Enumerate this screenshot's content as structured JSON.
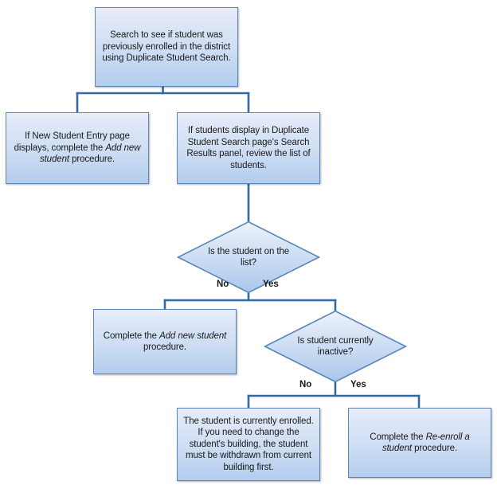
{
  "diagram": {
    "title": "Duplicate Student Search enrollment decision flowchart",
    "type": "flowchart",
    "background_color": "#ffffff",
    "node_fill_top": "#e8eef9",
    "node_fill_bottom": "#b3cdee",
    "node_border_color": "#5b87b8",
    "connector_color": "#35689f",
    "text_color": "#1a1a1a"
  },
  "nodes": {
    "start_search": {
      "shape": "process",
      "text": "Search to see if student was previously enrolled in the district using Duplicate Student Search."
    },
    "new_student_entry": {
      "shape": "process",
      "text_before": "If New Student Entry page displays, complete the ",
      "text_italic": "Add new student",
      "text_after": " procedure."
    },
    "students_display": {
      "shape": "process",
      "text": "If students display in Duplicate Student Search page's Search Results panel, review the list of students."
    },
    "student_on_list": {
      "shape": "decision",
      "text": "Is the student on the list?"
    },
    "complete_add_new_student": {
      "shape": "process",
      "text_before": "Complete the ",
      "text_italic": "Add new student",
      "text_after": " procedure."
    },
    "student_currently_inactive": {
      "shape": "decision",
      "text": "Is student currently inactive?"
    },
    "currently_enrolled": {
      "shape": "process",
      "text": "The student is currently enrolled. If you need to change the student's building, the student must be withdrawn from current building first."
    },
    "complete_reenroll": {
      "shape": "process",
      "text_before": "Complete the ",
      "text_italic": "Re-enroll a student",
      "text_after": " procedure."
    }
  },
  "branch_labels": {
    "on_list_no": "No",
    "on_list_yes": "Yes",
    "inactive_no": "No",
    "inactive_yes": "Yes"
  }
}
